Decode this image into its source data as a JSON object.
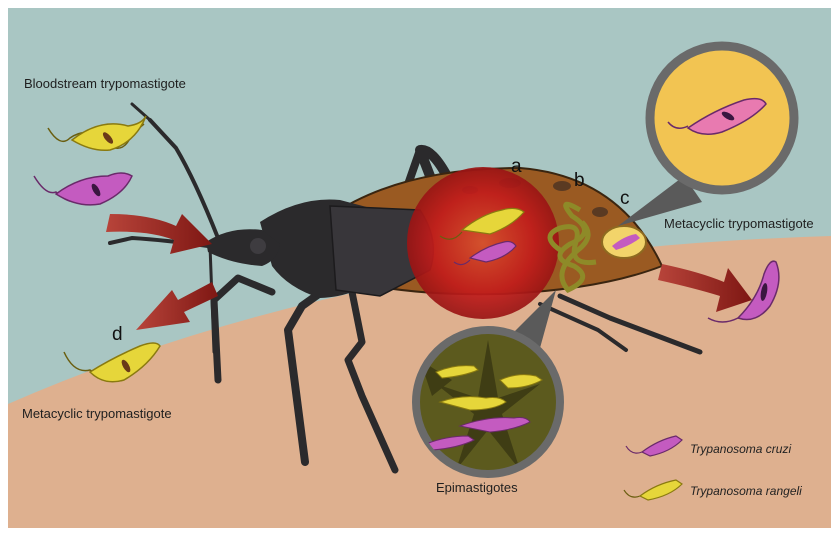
{
  "labels": {
    "bloodstream": "Bloodstream trypomastigote",
    "metacyclic_left": "Metacyclic trypomastigote",
    "metacyclic_right": "Metacyclic trypomastigote",
    "epimastigotes": "Epimastigotes"
  },
  "letters": {
    "a": "a",
    "b": "b",
    "c": "c",
    "d": "d"
  },
  "legend": [
    {
      "name": "Trypanosoma cruzi",
      "color": "#c45bc0"
    },
    {
      "name": "Trypanosoma rangeli",
      "color": "#e6d63a"
    }
  ],
  "colors": {
    "sky": "#a9c6c3",
    "ground": "#deb08f",
    "bug_body": "#2b2a2c",
    "abdomen": "#9a5a22",
    "gut_red": "#c51d1d",
    "arrow": "#8e1e18",
    "bubble_fill": "#f2c452",
    "bubble_ring": "#6a6a6a",
    "epi_fill": "#5c5a1e"
  }
}
